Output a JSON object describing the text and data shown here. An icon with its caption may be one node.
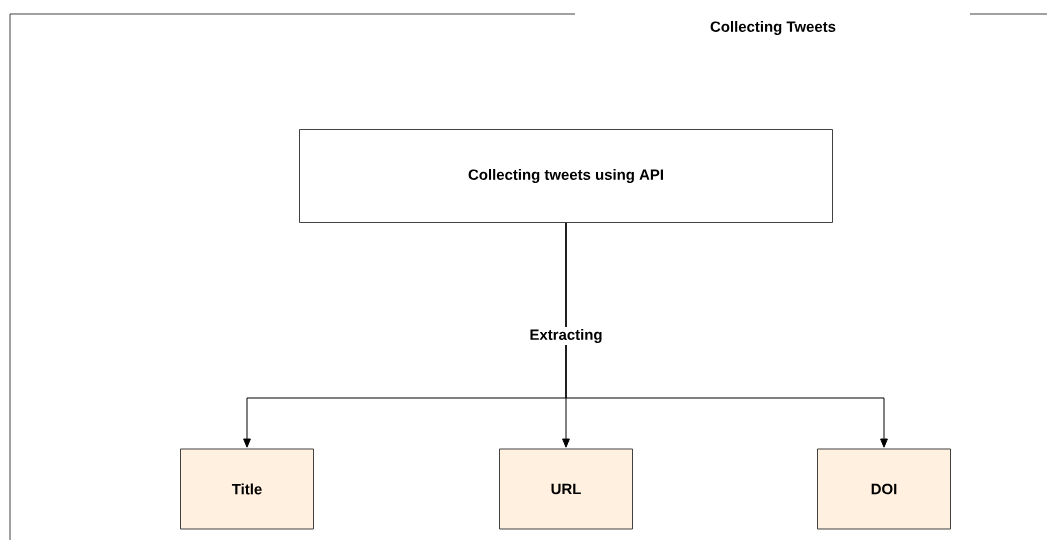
{
  "diagram": {
    "nodes": [
      {
        "text": [
          "Collecting Tweets"
        ]
      },
      {
        "text": [
          "Collecting tweets using API"
        ],
        "in": 0
      },
      {
        "text": [
          "Title"
        ],
        "in": 0
      },
      {
        "text": [
          "URL"
        ],
        "in": 0
      },
      {
        "text": [
          "DOI"
        ],
        "in": 0
      }
    ],
    "edges": [
      {
        "from": 1,
        "to": 2,
        "arrow": "to"
      },
      {
        "from": 1,
        "to": 3,
        "arrow": "to",
        "label": "Extracting"
      },
      {
        "from": 1,
        "to": 4,
        "arrow": "to"
      }
    ]
  }
}
